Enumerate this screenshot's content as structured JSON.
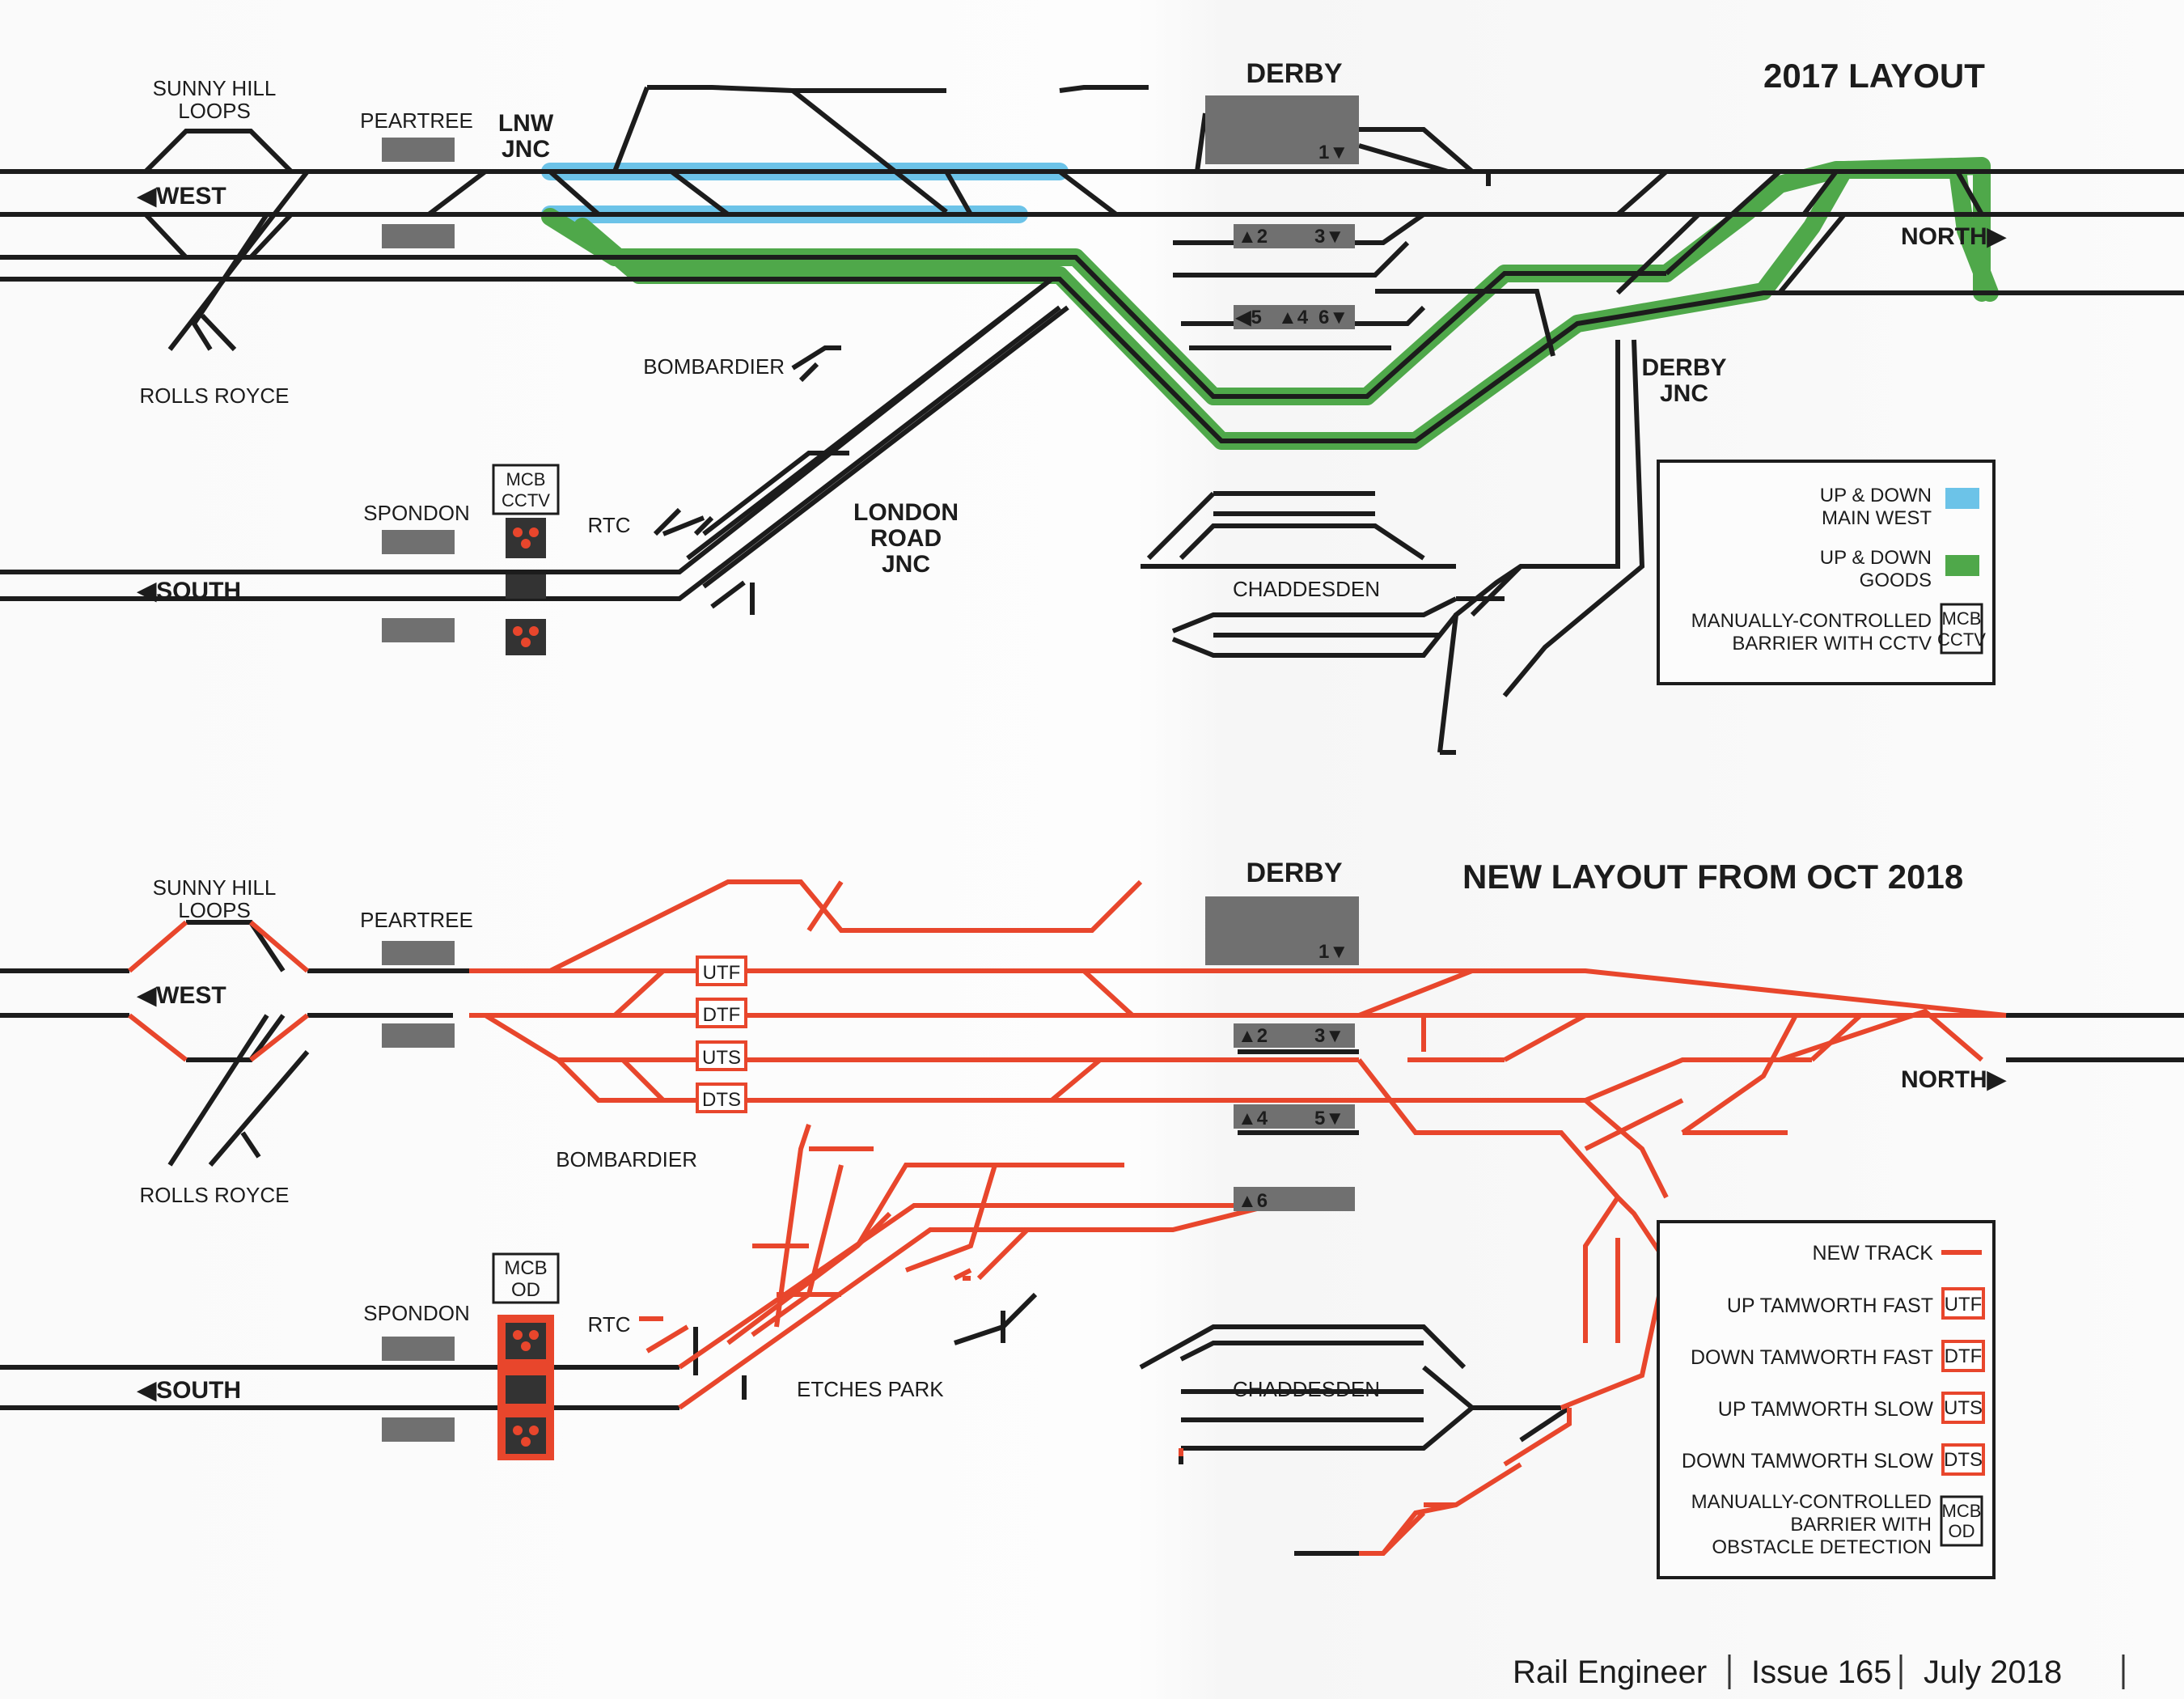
{
  "colors": {
    "track": "#1c1c1c",
    "new_track": "#e8462c",
    "main_west": "#6cc3e8",
    "goods": "#4fa84a",
    "platform": "#707070"
  },
  "top": {
    "title": "2017 LAYOUT",
    "labels": {
      "sunny_hill_1": "SUNNY HILL",
      "sunny_hill_2": "LOOPS",
      "peartree": "PEARTREE",
      "lnw_1": "LNW",
      "lnw_2": "JNC",
      "west": "◀WEST",
      "rolls_royce": "ROLLS ROYCE",
      "bombardier": "BOMBARDIER",
      "spondon": "SPONDON",
      "mcb_1": "MCB",
      "mcb_2": "CCTV",
      "rtc": "RTC",
      "south": "◀SOUTH",
      "london_1": "LONDON",
      "london_2": "ROAD",
      "london_3": "JNC",
      "derby": "DERBY",
      "platform_1": "1▼",
      "platform_2": "▲2",
      "platform_3": "3▼",
      "platform_5": "◀5",
      "platform_4": "▲4",
      "platform_6": "6▼",
      "north": "NORTH▶",
      "derby_jnc_1": "DERBY",
      "derby_jnc_2": "JNC",
      "chaddesden": "CHADDESDEN"
    },
    "legend": {
      "main_west_1": "UP & DOWN",
      "main_west_2": "MAIN WEST",
      "goods_1": "UP & DOWN",
      "goods_2": "GOODS",
      "mcb_1": "MANUALLY-CONTROLLED",
      "mcb_2": "BARRIER WITH CCTV",
      "mcb_box_1": "MCB",
      "mcb_box_2": "CCTV"
    }
  },
  "bottom": {
    "title": "NEW LAYOUT FROM OCT 2018",
    "labels": {
      "sunny_hill_1": "SUNNY HILL",
      "sunny_hill_2": "LOOPS",
      "peartree": "PEARTREE",
      "west": "◀WEST",
      "rolls_royce": "ROLLS ROYCE",
      "bombardier": "BOMBARDIER",
      "spondon": "SPONDON",
      "mcb_1": "MCB",
      "mcb_2": "OD",
      "rtc": "RTC",
      "south": "◀SOUTH",
      "etches_park": "ETCHES PARK",
      "derby": "DERBY",
      "platform_1": "1▼",
      "platform_2": "▲2",
      "platform_3": "3▼",
      "platform_4": "▲4",
      "platform_5": "5▼",
      "platform_6": "▲6",
      "north": "NORTH▶",
      "chaddesden": "CHADDESDEN",
      "utf": "UTF",
      "dtf": "DTF",
      "uts": "UTS",
      "dts": "DTS"
    },
    "legend": {
      "new_track": "NEW TRACK",
      "utf": "UP TAMWORTH FAST",
      "utf_box": "UTF",
      "dtf": "DOWN TAMWORTH FAST",
      "dtf_box": "DTF",
      "uts": "UP TAMWORTH SLOW",
      "uts_box": "UTS",
      "dts": "DOWN TAMWORTH SLOW",
      "dts_box": "DTS",
      "mcb_1": "MANUALLY-CONTROLLED",
      "mcb_2": "BARRIER WITH",
      "mcb_3": "OBSTACLE DETECTION",
      "mcb_box_1": "MCB",
      "mcb_box_2": "OD"
    }
  },
  "footer": {
    "magazine": "Rail Engineer",
    "issue": "Issue 165",
    "date": "July 2018"
  }
}
